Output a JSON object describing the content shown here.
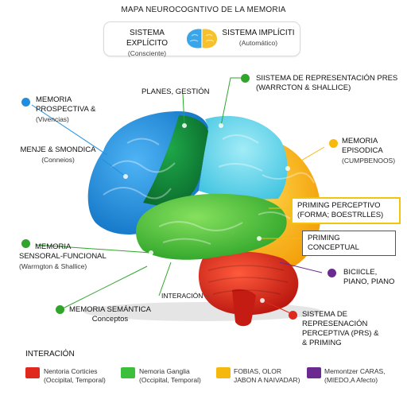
{
  "title": "MAPA NEUROCOGNTIVO DE LA MEMORIA",
  "header": {
    "left_title": "SISTEMA EXPLÍCITO",
    "left_sub": "(Consciente)",
    "right_title": "SISTEMA IMPLÍCITI",
    "right_sub": "(Automático)"
  },
  "labels": {
    "planes": "PLANES, GESTIÓN",
    "sistema_rep_1": "SIISTEMA DE REPRESENTACIÓN PRES",
    "sistema_rep_2": "(WARRCTON & SHALLICE)",
    "prospectiva_1": "MEMORIA",
    "prospectiva_2": "PROSPECTIVA &",
    "prospectiva_3": "(Vivencias)",
    "menje_1": "MENJE & SMONDICA",
    "menje_2": "(Conneios)",
    "episodica_1": "MEMORIA",
    "episodica_2": "EPISODICA",
    "episodica_3": "(CUMPBENOOS)",
    "priming_perceptivo_1": "PRIMING PERCEPTIVO",
    "priming_perceptivo_2": "(FORMA; BOESTRLLES)",
    "priming_conceptual": "PRIMING CONCEPTUAL",
    "sensorial_1": "MEMORIA",
    "sensorial_2": "SENSORAL-FUNCIONAL",
    "sensorial_3": "(Warrngton & Shallice)",
    "bicicle_1": "BICIICLE,",
    "bicicle_2": "PIANO, PIANO",
    "interaccion": "INTERACIÓN",
    "semantica_1": "MEMORIA SEMÁNTICA",
    "semantica_2": "Conceptos",
    "prs_1": "SISTEMA DE REPRESENACIÓN",
    "prs_2": "PERCEPTIVA (PRS) &",
    "prs_3": "& PRIMING"
  },
  "legend": {
    "title": "INTERACIÓN",
    "items": [
      {
        "line1": "Nentoria Corticies",
        "line2": "(Occipital, Temporal)",
        "color": "#e0281d"
      },
      {
        "line1": "Nemoria Ganglia",
        "line2": "(Occipital, Temporal)",
        "color": "#3cbf3a"
      },
      {
        "line1": "FOBIAS, OLOR",
        "line2": "JABON A NAIVADAR)",
        "color": "#f5b80f"
      },
      {
        "line1": "Memontzer CARAS,",
        "line2": "(MIEDO,A Afecto)",
        "color": "#6a2a8f"
      }
    ]
  },
  "colors": {
    "blue": "#1e8fe0",
    "cyan": "#5fd3ea",
    "dark_green": "#0f8a3a",
    "green": "#4cc63a",
    "yellow": "#f6b90c",
    "red": "#e0281d",
    "purple": "#6a2a8f",
    "highlight_box": "#f1c40f"
  }
}
